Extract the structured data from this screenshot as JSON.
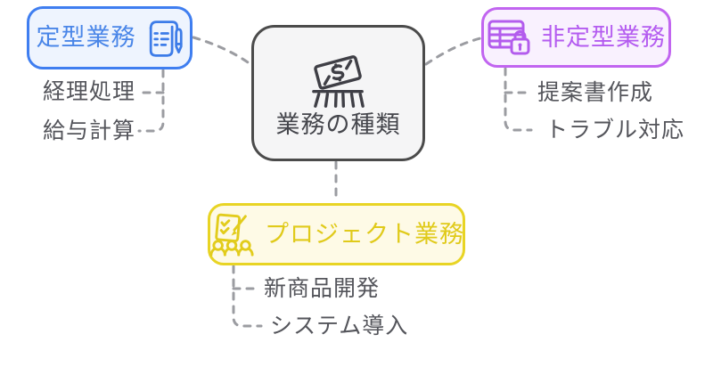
{
  "diagram": {
    "center": {
      "label": "業務の種類",
      "icon": "money-shredder"
    },
    "nodes": [
      {
        "id": "routine",
        "label": "定型業務",
        "icon": "notepad-pen",
        "border_color": "#3f7ef0",
        "text_color": "#4a86e8",
        "bg_color": "#eef4fe",
        "items": [
          "経理処理",
          "給与計算"
        ]
      },
      {
        "id": "non-routine",
        "label": "非定型業務",
        "icon": "spreadsheet-lock",
        "border_color": "#c165f0",
        "text_color": "#b45cf0",
        "bg_color": "#f9f1fe",
        "items": [
          "提案書作成",
          "トラブル対応"
        ]
      },
      {
        "id": "project",
        "label": "プロジェクト業務",
        "icon": "team-checklist-pencil",
        "border_color": "#e8d424",
        "text_color": "#e0ca1a",
        "bg_color": "#fefae6",
        "items": [
          "新商品開発",
          "システム導入"
        ]
      }
    ],
    "colors": {
      "center_border": "#4b4b4b",
      "center_bg": "#f5f5f6",
      "center_text": "#45464c",
      "sub_item_text": "#54555b",
      "connector": "#9b9ca1"
    }
  }
}
